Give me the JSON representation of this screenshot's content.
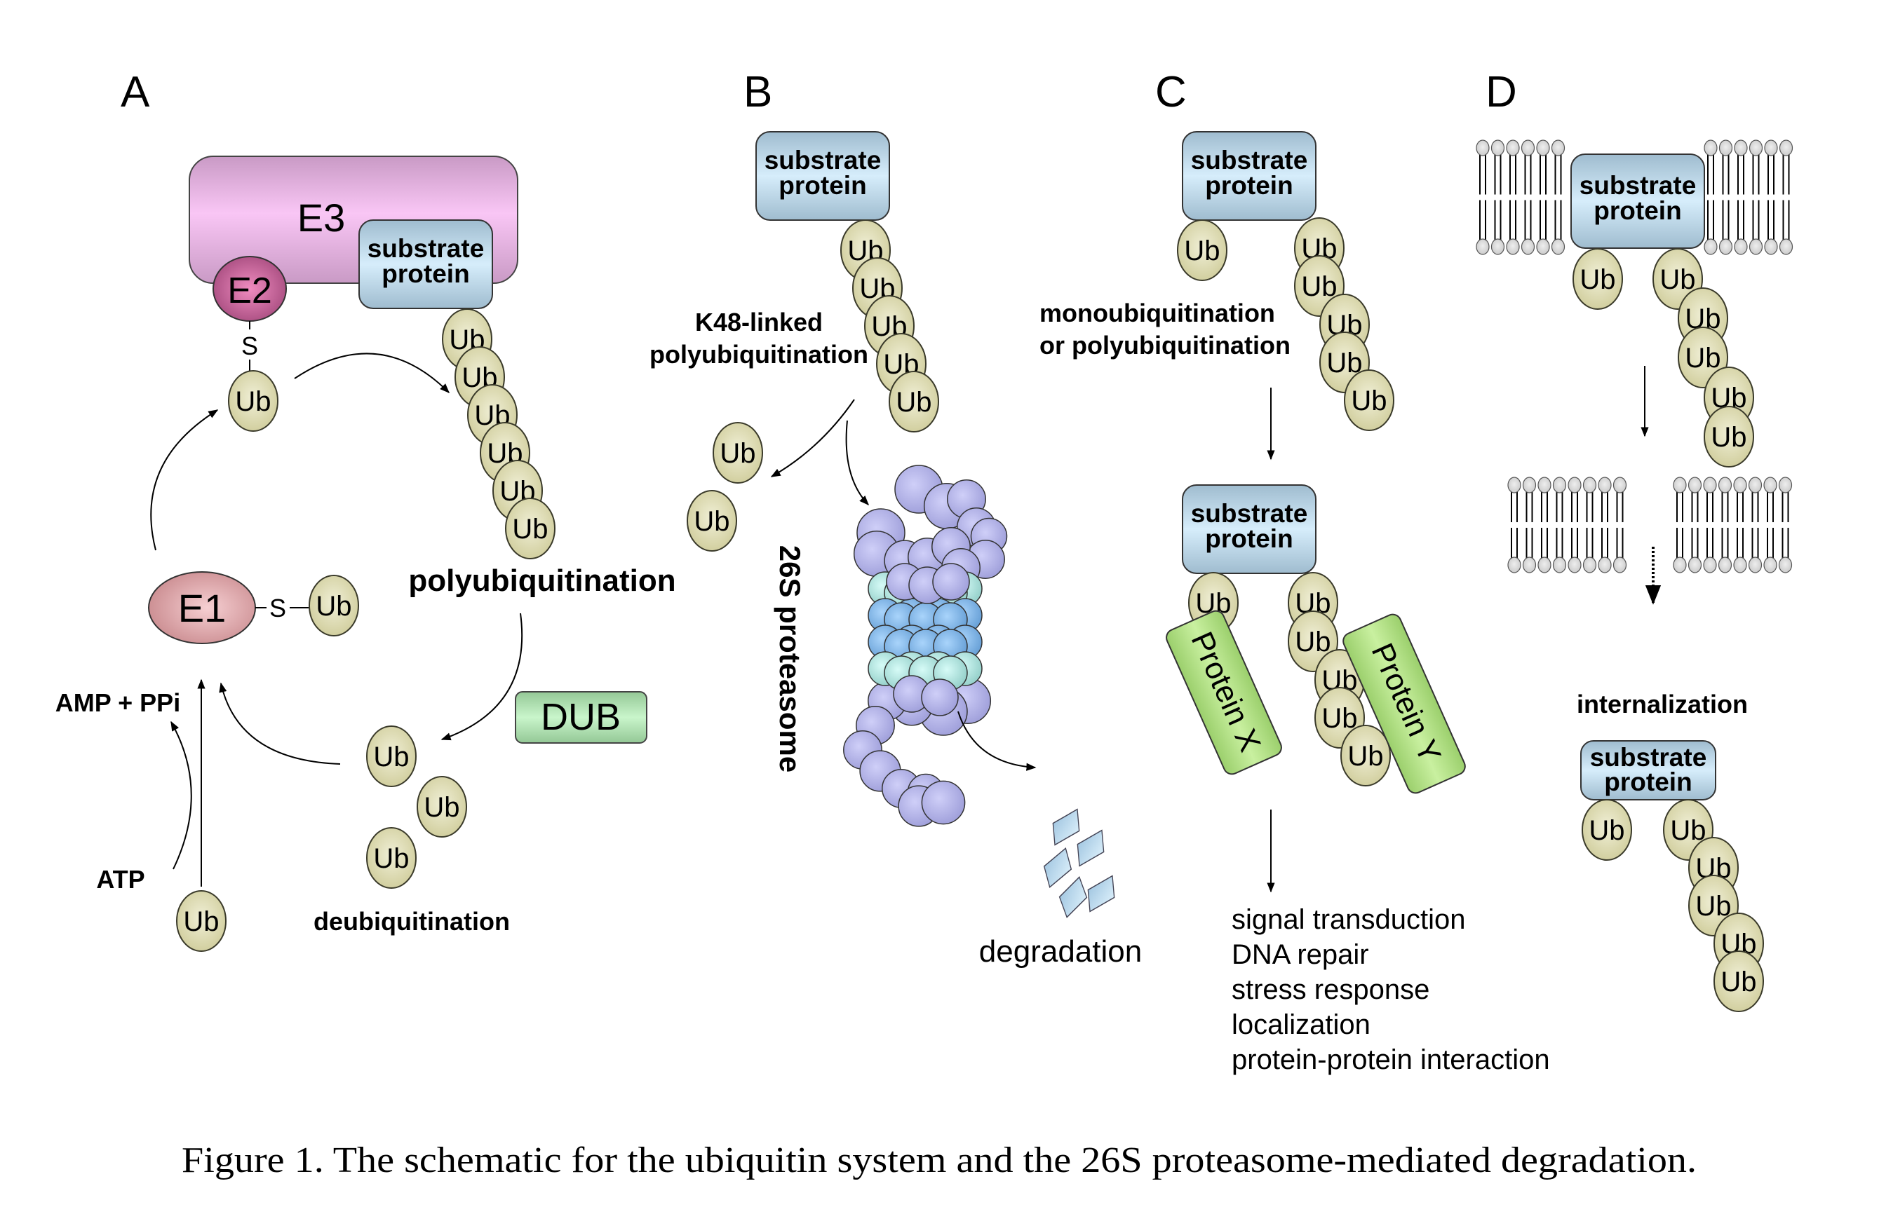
{
  "figure": {
    "caption": "Figure 1. The schematic for the ubiquitin system and the 26S proteasome-mediated degradation.",
    "colors": {
      "ubiquitin": "#d6d4a6",
      "ubiquitin_light": "#efeed2",
      "substrate": "#a9c7dc",
      "substrate_light": "#d5ecfa",
      "e3": "#f2c2ee",
      "e3_dark": "#c89ac4",
      "e2": "#b45a8c",
      "e1": "#d9a0a4",
      "dub": "#a9dcaa",
      "protein_xy": "#a8d77c",
      "proteasome_cap": "#b0b0e6",
      "proteasome_core_teal": "#a8e0dc",
      "proteasome_core_blue": "#7ab3e6",
      "lipid_head": "#d9d9d9",
      "fragment": "#b9d8ec"
    }
  },
  "ub_label": "Ub",
  "substrate_label": [
    "substrate",
    "protein"
  ],
  "panel_a": {
    "label": "A",
    "e3": "E3",
    "e2": "E2",
    "e1": "E1",
    "thioester": "S",
    "polyubiquitination": "polyubiquitination",
    "dub": "DUB",
    "deubiquitination": "deubiquitination",
    "amp_ppi": "AMP + PPi",
    "atp": "ATP"
  },
  "panel_b": {
    "label": "B",
    "linkage_line1": "K48-linked",
    "linkage_line2": "polyubiquitination",
    "proteasome": "26S proteasome",
    "degradation": "degradation"
  },
  "panel_c": {
    "label": "C",
    "mod_line1": "monoubiquitination",
    "mod_line2": "or polyubiquitination",
    "protein_x": "Protein X",
    "protein_y": "Protein Y",
    "functions": [
      "signal transduction",
      "DNA repair",
      "stress response",
      "localization",
      "protein-protein interaction"
    ]
  },
  "panel_d": {
    "label": "D",
    "internalization": "internalization"
  }
}
